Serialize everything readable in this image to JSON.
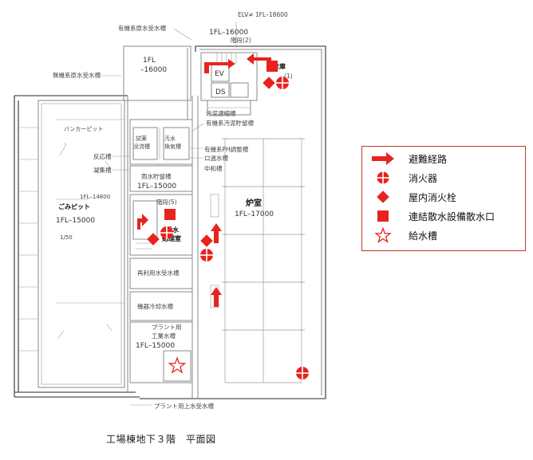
{
  "plan": {
    "labels": {
      "elv": "ELV≠ 1FL–18600",
      "organic_raw_water": "有機系原水受水槽",
      "fl16000_top": "1FL–16000",
      "stairs2": "階段(2)",
      "warehouse": "倉庫",
      "warehouse_num": "(1)",
      "ev": "EV",
      "ds": "DS",
      "fl16000_room": "1FL",
      "fl16000_room_val": "–16000",
      "inorganic_raw_water": "無機系原水受水槽",
      "sludge_thickener": "汚泥濃縮槽",
      "organic_sludge_storage": "有機系汚泥貯留槽",
      "bunker": "バンカーピット",
      "pit_left_a": "試薬",
      "pit_left_b": "没流槽",
      "pit_right_a": "汚水",
      "pit_right_b": "換気槽",
      "ph_adjust": "有機系PH調整槽",
      "filtration": "ロ過水槽",
      "reaction": "反応槽",
      "coagulation": "凝集槽",
      "neutralization": "中和槽",
      "rain_storage": "雨水貯留槽",
      "fl15000_mid": "1FL–15000",
      "fl14800": "1FL–14800",
      "garbage_pit": "ごみピット",
      "fl15000_left": "1FL–15000",
      "slope": "1/50",
      "stairs5": "階段(5)",
      "sewage_a": "汚水",
      "sewage_b": "処理室",
      "furnace_room": "炉室",
      "fl17000": "1FL–17000",
      "reuse_water": "再利用水受水槽",
      "equipment_cooling": "機器冷却水槽",
      "plant_water_a": "プラント用",
      "plant_water_b": "工業水槽",
      "fl15000_bottom": "1FL–15000",
      "plant_upper_water": "プラント用上水受水槽"
    }
  },
  "legend": {
    "items": [
      {
        "icon": "evacuation-route-arrow",
        "label": "避難経路"
      },
      {
        "icon": "fire-extinguisher-circle",
        "label": "消火器"
      },
      {
        "icon": "indoor-hydrant-diamond",
        "label": "屋内消火栓"
      },
      {
        "icon": "sprinkler-inlet-square",
        "label": "連結散水設備散水口"
      },
      {
        "icon": "water-tank-star",
        "label": "給水槽"
      }
    ],
    "colors": {
      "symbol_red": "#e8231f",
      "border": "#c0392b"
    }
  },
  "caption": "工場棟地下３階　平面図"
}
